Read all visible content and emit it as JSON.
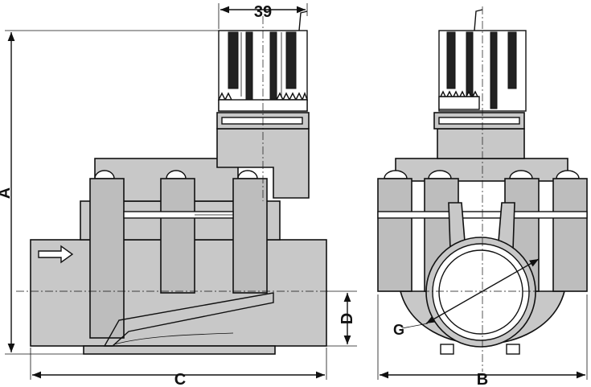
{
  "dimensions": {
    "top_width": "39",
    "height": "A",
    "length": "C",
    "width": "B",
    "offset": "D",
    "thread": "G"
  }
}
